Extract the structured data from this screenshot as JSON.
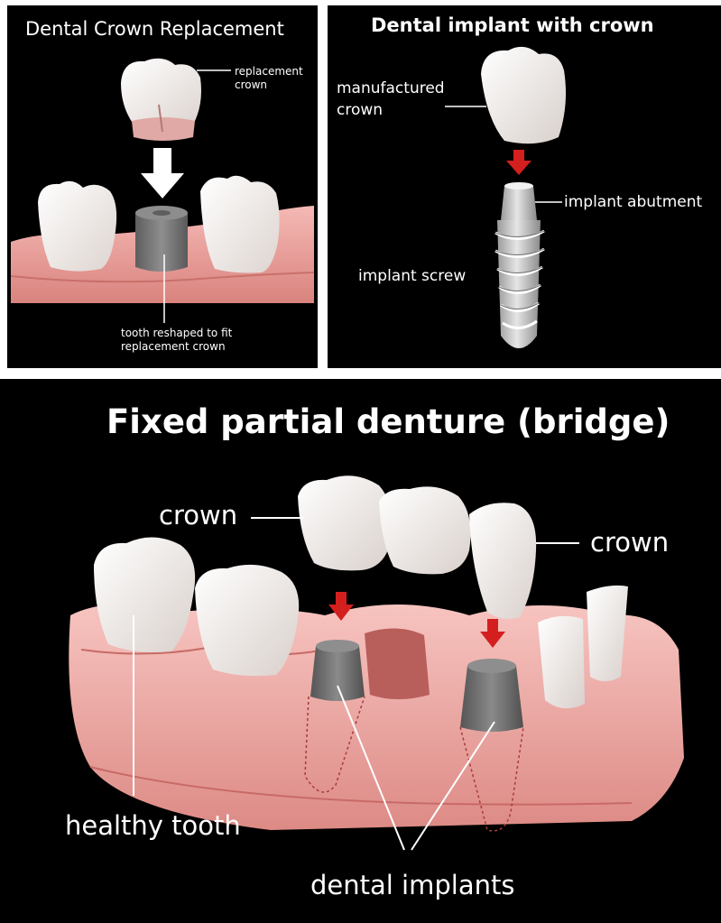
{
  "panels": {
    "crown_replacement": {
      "title": "Dental Crown Replacement",
      "labels": {
        "replacement_crown_1": "replacement",
        "replacement_crown_2": "crown",
        "reshaped_1": "tooth reshaped to fit",
        "reshaped_2": "replacement crown"
      }
    },
    "implant_with_crown": {
      "title": "Dental implant with crown",
      "labels": {
        "manufactured_1": "manufactured",
        "manufactured_2": "crown",
        "abutment": "implant abutment",
        "screw": "implant screw"
      }
    },
    "bridge": {
      "title": "Fixed partial denture (bridge)",
      "labels": {
        "crown_left": "crown",
        "crown_right": "crown",
        "healthy_tooth": "healthy tooth",
        "dental_implants": "dental implants"
      }
    }
  },
  "colors": {
    "background": "#000000",
    "gum": "#e89b9b",
    "gum_light": "#f7c4c4",
    "tooth": "#f8f4f2",
    "implant": "#7a7a7a",
    "arrow_red": "#d41f1f",
    "arrow_white": "#ffffff",
    "text": "#ffffff"
  }
}
